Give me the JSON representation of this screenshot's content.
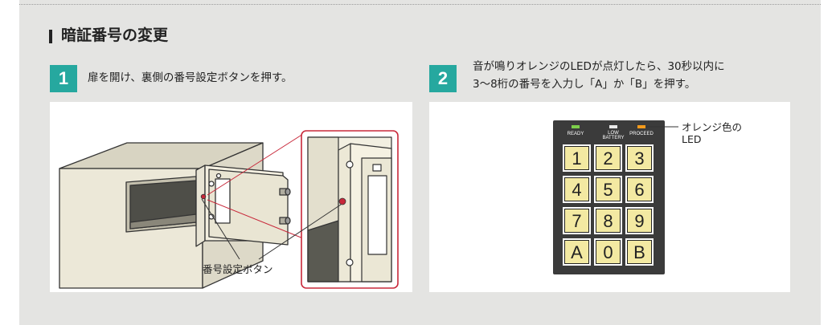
{
  "heading": "暗証番号の変更",
  "steps": [
    {
      "number": "1",
      "text": "扉を開け、裏側の番号設定ボタンを押す。"
    },
    {
      "number": "2",
      "line1": "音が鳴りオレンジのLEDが点灯したら、30秒以内に",
      "line2": "3〜8桁の番号を入力し「A」か「B」を押す。"
    }
  ],
  "safe_illustration": {
    "callout": "番号設定ボタン"
  },
  "keypad": {
    "indicators": [
      {
        "label": "READY",
        "color": "#7ccf4a"
      },
      {
        "label_line1": "LOW",
        "label_line2": "BATTERY",
        "color": "#e8e8e8"
      },
      {
        "label": "PROCEED",
        "color": "#f39a1c"
      }
    ],
    "keys": [
      "1",
      "2",
      "3",
      "4",
      "5",
      "6",
      "7",
      "8",
      "9",
      "A",
      "0",
      "B"
    ],
    "callout_line1": "オレンジ色の",
    "callout_line2": "LED",
    "key_color": "#f3e9a2",
    "body_color": "#3b3b3b"
  },
  "colors": {
    "accent": "#26a89f",
    "zoom_frame": "#c8283a",
    "panel": "#e4e4e2"
  }
}
